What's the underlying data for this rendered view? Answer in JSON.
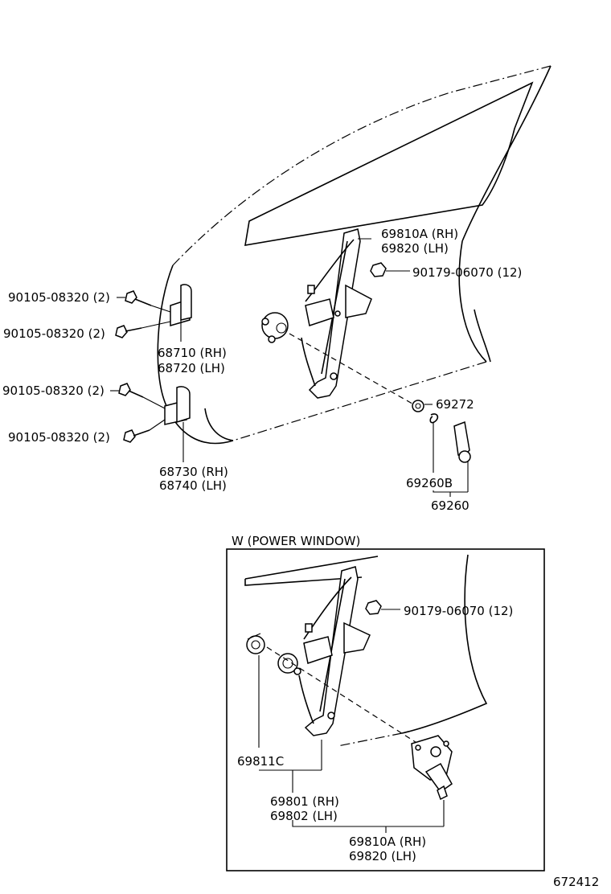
{
  "labels": {
    "bolt_upper_1": "90105-08320 (2)",
    "bolt_upper_2": "90105-08320 (2)",
    "bolt_lower_1": "90105-08320 (2)",
    "bolt_lower_2": "90105-08320 (2)",
    "hinge_upper_rh": "68710 (RH)",
    "hinge_upper_lh": "68720 (LH)",
    "hinge_lower_rh": "68730 (RH)",
    "hinge_lower_lh": "68740 (LH)",
    "regulator_rh": "69810A (RH)",
    "regulator_lh": "69820    (LH)",
    "nut_manual": "90179-06070 (12)",
    "handle_seat": "69272",
    "clip": "69260B",
    "handle": "69260",
    "power_window_title": "W (POWER WINDOW)",
    "nut_power": "90179-06070 (12)",
    "gear_part": "69811C",
    "motor_rh": "69801 (RH)",
    "motor_lh": "69802 (LH)",
    "pw_regulator_rh": "69810A (RH)",
    "pw_regulator_lh": "69820    (LH)",
    "drawing_number": "672412"
  }
}
